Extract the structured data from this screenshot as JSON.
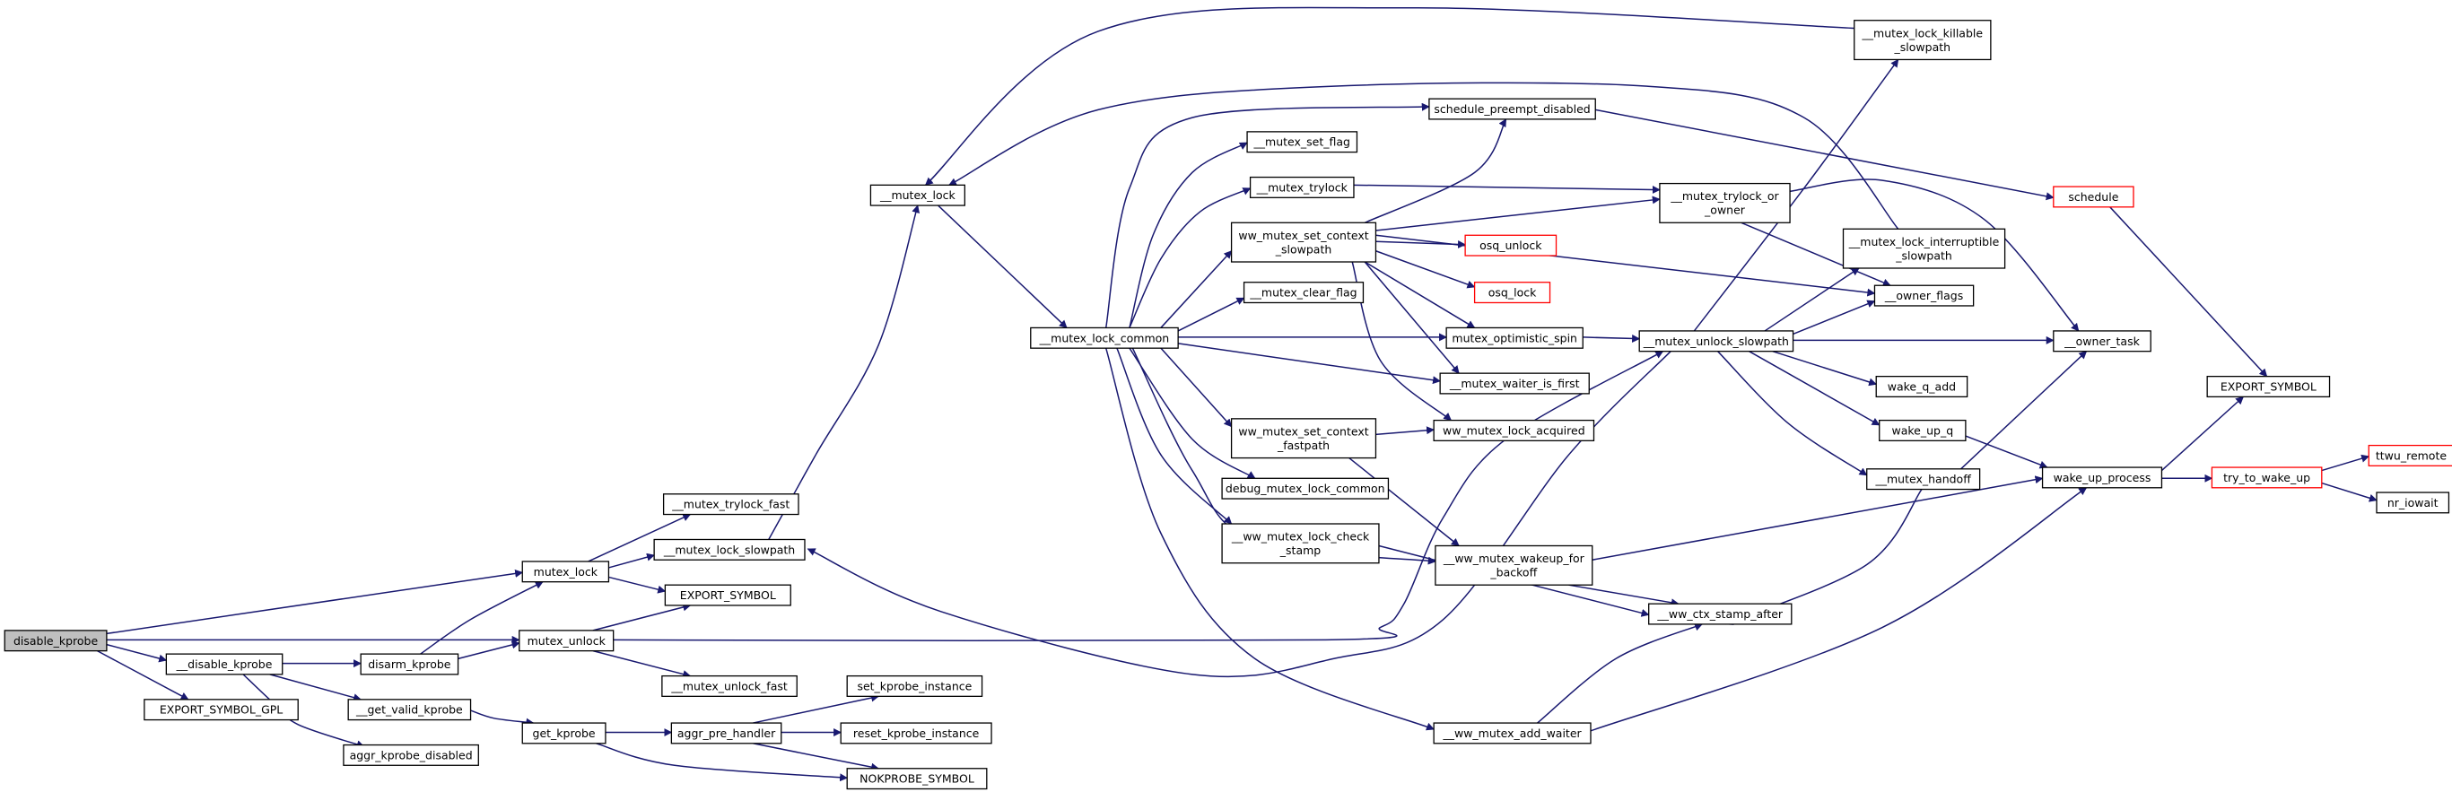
{
  "colors": {
    "edge": "#191970",
    "root_fill": "#bfbfbf",
    "truncated_border": "#ff0000"
  },
  "nodes": {
    "disable_kprobe": {
      "lines": [
        "disable_kprobe"
      ],
      "root": true
    },
    "__disable_kprobe": {
      "lines": [
        "__disable_kprobe"
      ]
    },
    "EXPORT_SYMBOL_GPL": {
      "lines": [
        "EXPORT_SYMBOL_GPL"
      ]
    },
    "disarm_kprobe": {
      "lines": [
        "disarm_kprobe"
      ]
    },
    "__get_valid_kprobe": {
      "lines": [
        "__get_valid_kprobe"
      ]
    },
    "aggr_kprobe_disabled": {
      "lines": [
        "aggr_kprobe_disabled"
      ]
    },
    "mutex_lock": {
      "lines": [
        "mutex_lock"
      ]
    },
    "mutex_unlock": {
      "lines": [
        "mutex_unlock"
      ]
    },
    "__mutex_trylock_fast": {
      "lines": [
        "__mutex_trylock_fast"
      ]
    },
    "__mutex_lock_slowpath": {
      "lines": [
        "__mutex_lock_slowpath"
      ]
    },
    "EXPORT_SYMBOL_1": {
      "lines": [
        "EXPORT_SYMBOL"
      ]
    },
    "__mutex_unlock_fast": {
      "lines": [
        "__mutex_unlock_fast"
      ]
    },
    "get_kprobe": {
      "lines": [
        "get_kprobe"
      ]
    },
    "aggr_pre_handler": {
      "lines": [
        "aggr_pre_handler"
      ]
    },
    "set_kprobe_instance": {
      "lines": [
        "set_kprobe_instance"
      ]
    },
    "reset_kprobe_instance": {
      "lines": [
        "reset_kprobe_instance"
      ]
    },
    "NOKPROBE_SYMBOL": {
      "lines": [
        "NOKPROBE_SYMBOL"
      ]
    },
    "__mutex_lock": {
      "lines": [
        "__mutex_lock"
      ]
    },
    "__mutex_lock_common": {
      "lines": [
        "__mutex_lock_common"
      ]
    },
    "__mutex_set_flag": {
      "lines": [
        "__mutex_set_flag"
      ]
    },
    "__mutex_trylock": {
      "lines": [
        "__mutex_trylock"
      ]
    },
    "ww_mutex_set_context_slowpath": {
      "lines": [
        "ww_mutex_set_context",
        "_slowpath"
      ]
    },
    "__mutex_clear_flag": {
      "lines": [
        "__mutex_clear_flag"
      ]
    },
    "ww_mutex_set_context_fastpath": {
      "lines": [
        "ww_mutex_set_context",
        "_fastpath"
      ]
    },
    "debug_mutex_lock_common": {
      "lines": [
        "debug_mutex_lock_common"
      ]
    },
    "__ww_mutex_lock_check_stamp": {
      "lines": [
        "__ww_mutex_lock_check",
        "_stamp"
      ]
    },
    "schedule_preempt_disabled": {
      "lines": [
        "schedule_preempt_disabled"
      ]
    },
    "osq_unlock": {
      "lines": [
        "osq_unlock"
      ],
      "truncated": true
    },
    "osq_lock": {
      "lines": [
        "osq_lock"
      ],
      "truncated": true
    },
    "mutex_optimistic_spin": {
      "lines": [
        "mutex_optimistic_spin"
      ]
    },
    "__mutex_waiter_is_first": {
      "lines": [
        "__mutex_waiter_is_first"
      ]
    },
    "ww_mutex_lock_acquired": {
      "lines": [
        "ww_mutex_lock_acquired"
      ]
    },
    "__ww_mutex_wakeup_for_backoff": {
      "lines": [
        "__ww_mutex_wakeup_for",
        "_backoff"
      ]
    },
    "__ww_mutex_add_waiter": {
      "lines": [
        "__ww_mutex_add_waiter"
      ]
    },
    "__ww_ctx_stamp_after": {
      "lines": [
        "__ww_ctx_stamp_after"
      ]
    },
    "__mutex_lock_killable_slowpath": {
      "lines": [
        "__mutex_lock_killable",
        "_slowpath"
      ]
    },
    "__mutex_trylock_or_owner": {
      "lines": [
        "__mutex_trylock_or",
        "_owner"
      ]
    },
    "__mutex_lock_interruptible_slowpath": {
      "lines": [
        "__mutex_lock_interruptible",
        "_slowpath"
      ]
    },
    "__owner_flags": {
      "lines": [
        "__owner_flags"
      ]
    },
    "__mutex_unlock_slowpath": {
      "lines": [
        "__mutex_unlock_slowpath"
      ]
    },
    "wake_q_add": {
      "lines": [
        "wake_q_add"
      ]
    },
    "wake_up_q": {
      "lines": [
        "wake_up_q"
      ]
    },
    "__mutex_handoff": {
      "lines": [
        "__mutex_handoff"
      ]
    },
    "__owner_task": {
      "lines": [
        "__owner_task"
      ]
    },
    "schedule": {
      "lines": [
        "schedule"
      ],
      "truncated": true
    },
    "EXPORT_SYMBOL_2": {
      "lines": [
        "EXPORT_SYMBOL"
      ]
    },
    "wake_up_process": {
      "lines": [
        "wake_up_process"
      ]
    },
    "try_to_wake_up": {
      "lines": [
        "try_to_wake_up"
      ],
      "truncated": true
    },
    "ttwu_remote": {
      "lines": [
        "ttwu_remote"
      ],
      "truncated": true
    },
    "nr_iowait": {
      "lines": [
        "nr_iowait"
      ]
    }
  }
}
